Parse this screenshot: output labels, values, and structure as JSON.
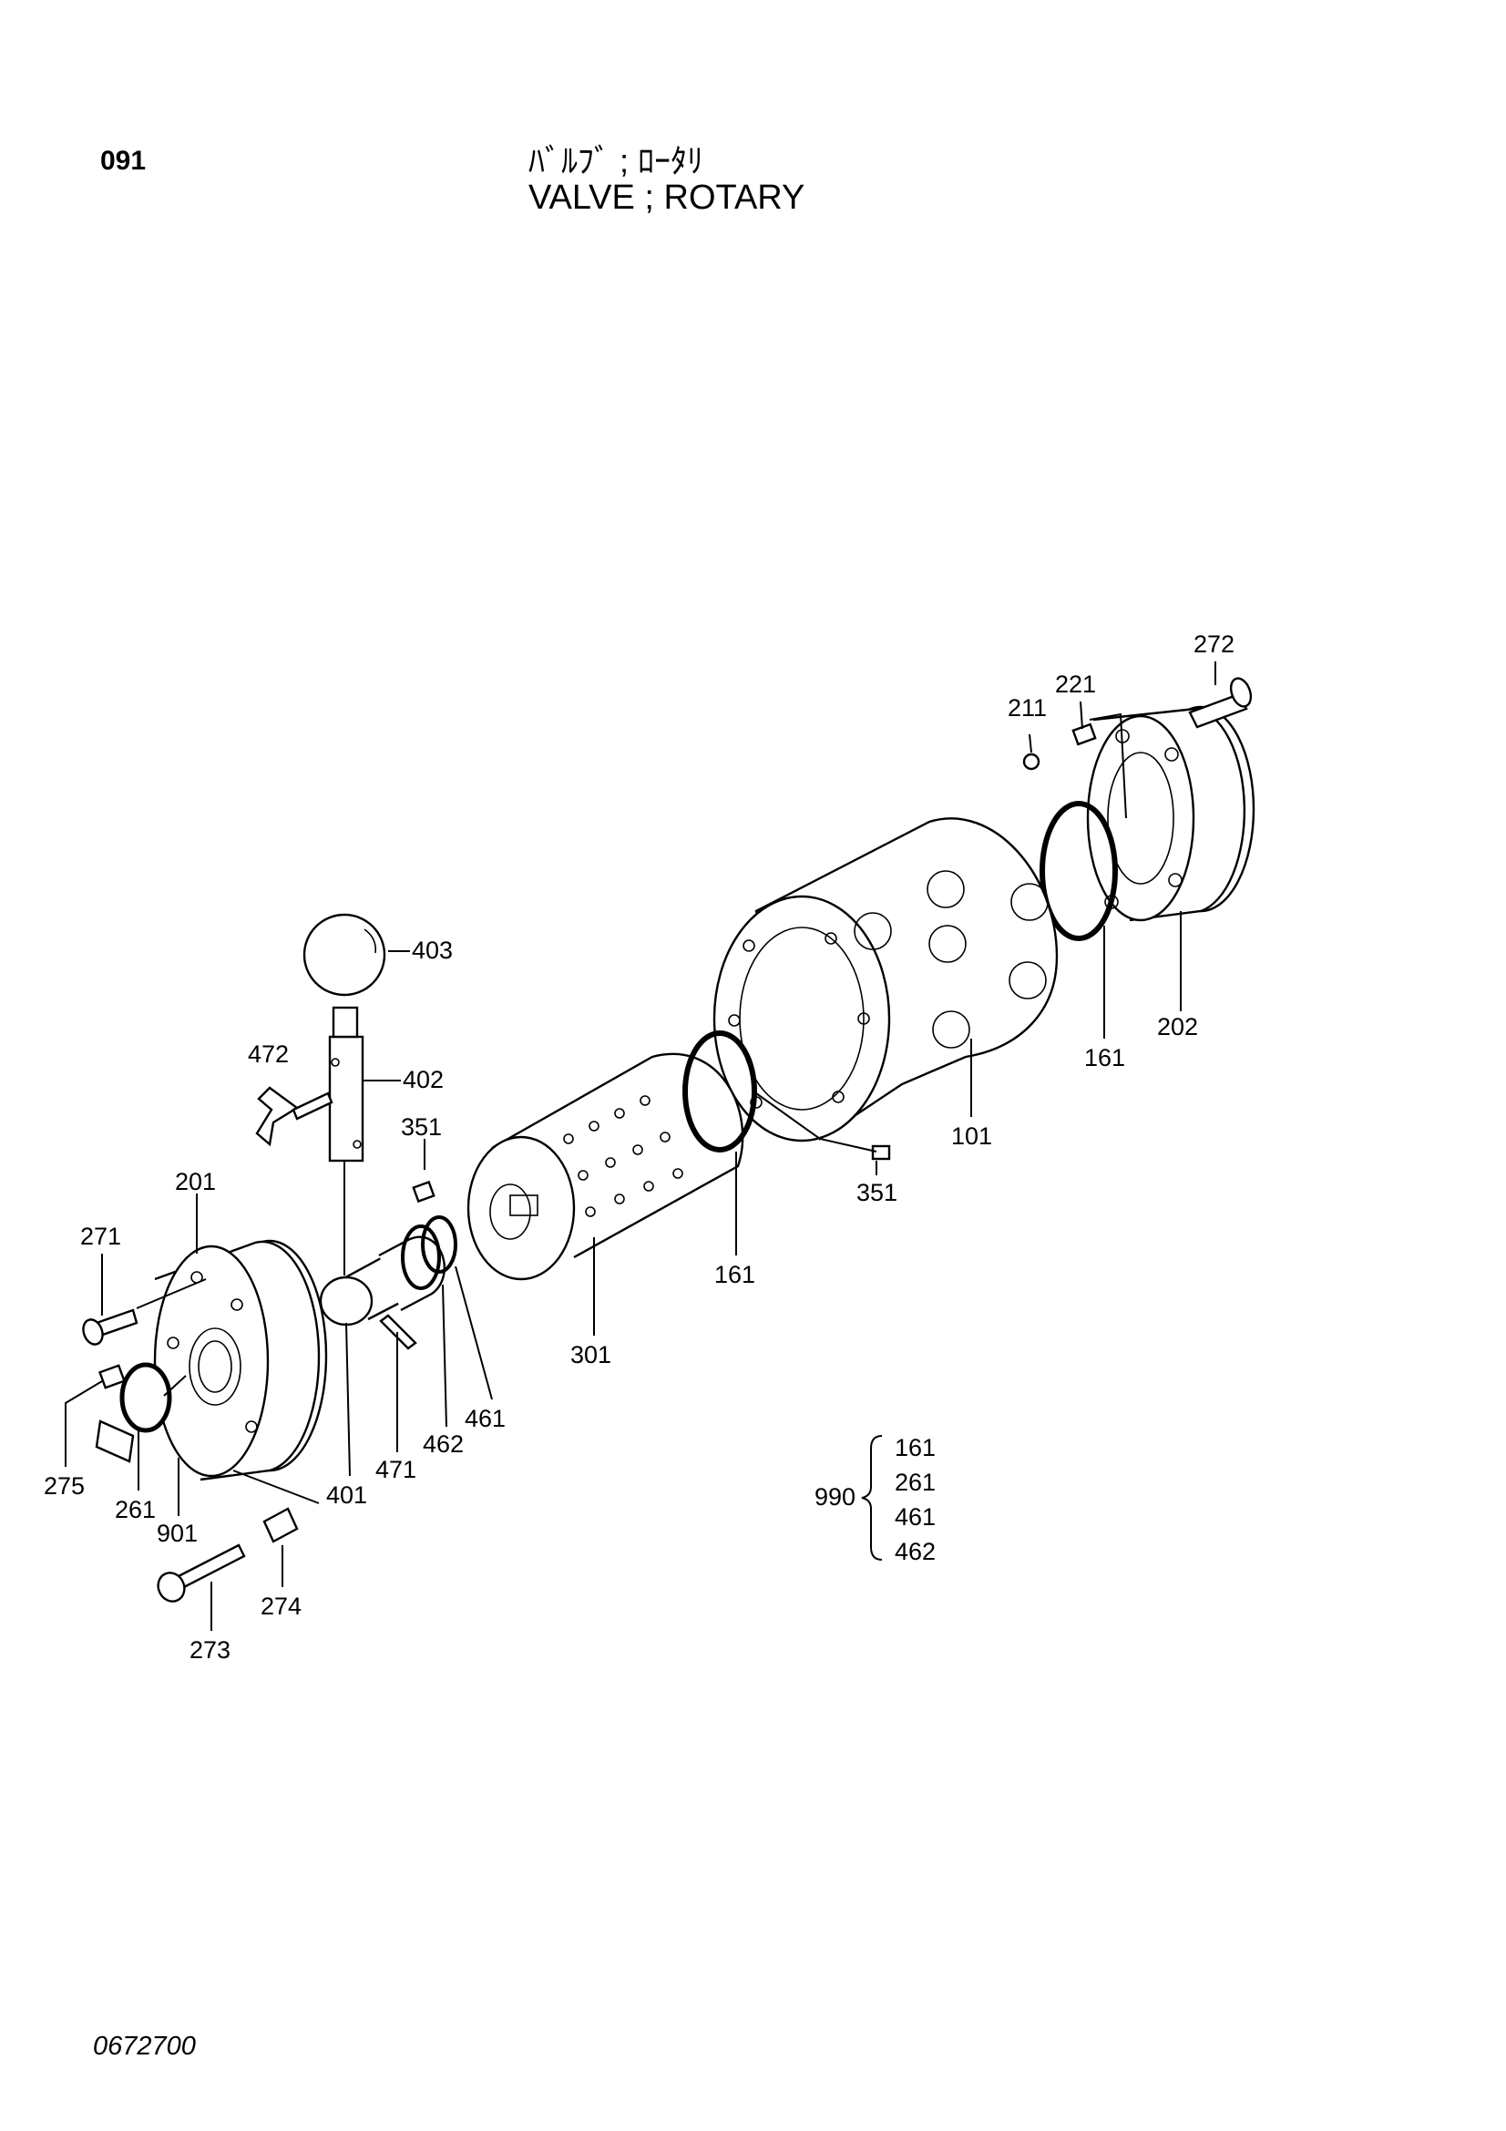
{
  "header": {
    "page_code": "091",
    "title_jp": "ﾊﾞﾙﾌﾞ ; ﾛｰﾀﾘ",
    "title_en": "VALVE ; ROTARY"
  },
  "callouts": {
    "c272": "272",
    "c221": "221",
    "c211": "211",
    "c403": "403",
    "c472": "472",
    "c402": "402",
    "c351a": "351",
    "c351b": "351",
    "c202": "202",
    "c161a": "161",
    "c101": "101",
    "c161b": "161",
    "c201": "201",
    "c271": "271",
    "c301": "301",
    "c461": "461",
    "c462": "462",
    "c471": "471",
    "c401": "401",
    "c275": "275",
    "c261": "261",
    "c901": "901",
    "c274": "274",
    "c273": "273"
  },
  "kit": {
    "label": "990",
    "items": [
      "161",
      "261",
      "461",
      "462"
    ]
  },
  "footer": {
    "doc_number": "0672700"
  }
}
